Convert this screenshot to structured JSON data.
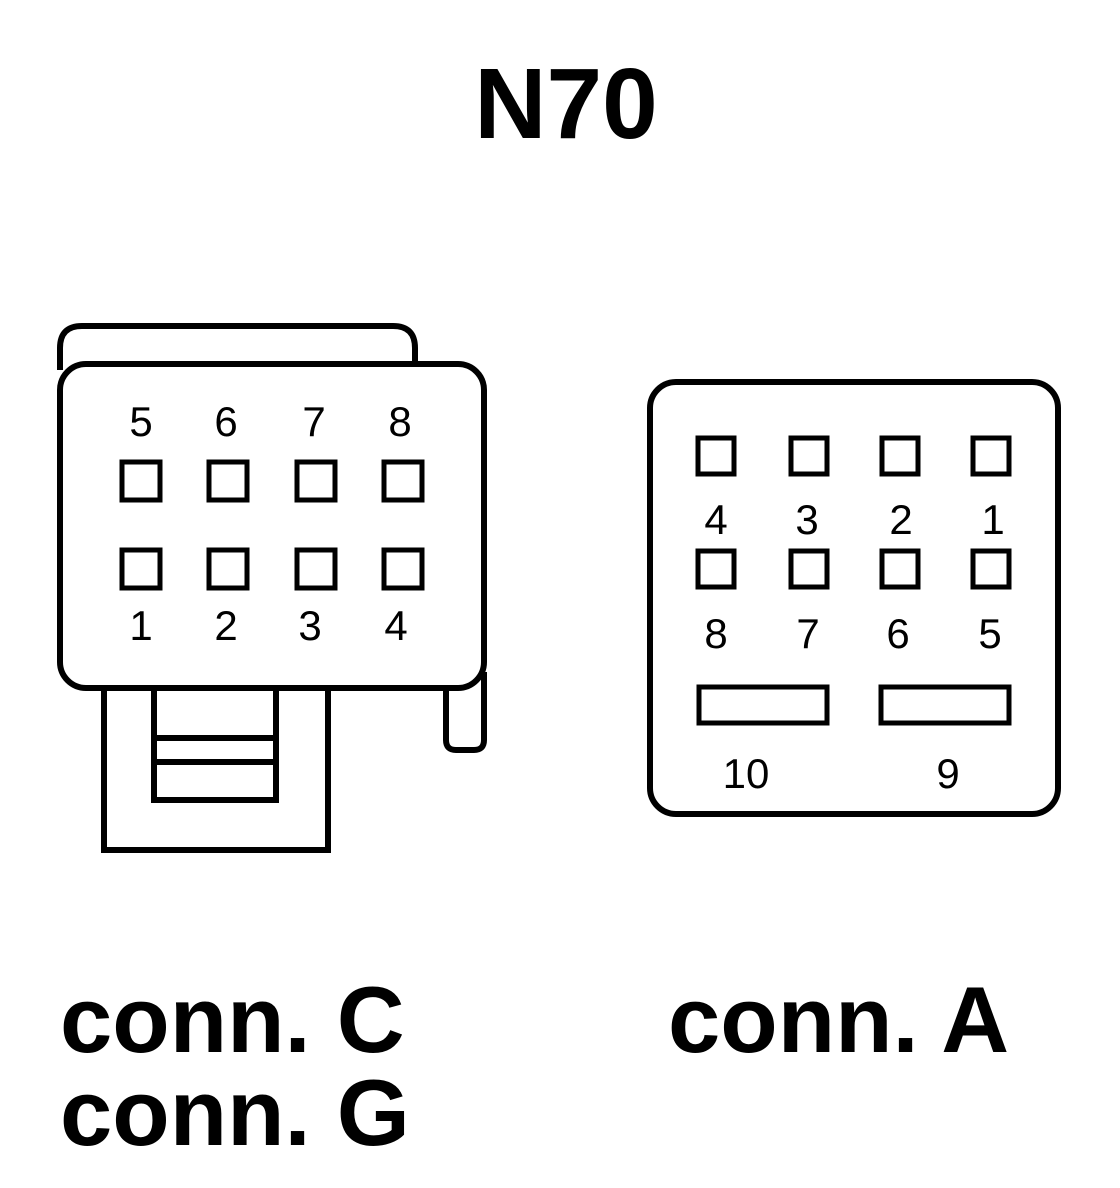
{
  "title": "N70",
  "connector_left": {
    "top_row_labels": [
      "5",
      "6",
      "7",
      "8"
    ],
    "bottom_row_labels": [
      "1",
      "2",
      "3",
      "4"
    ],
    "names": [
      "conn. C",
      "conn. G"
    ]
  },
  "connector_right": {
    "row1_labels": [
      "4",
      "3",
      "2",
      "1"
    ],
    "row2_labels": [
      "8",
      "7",
      "6",
      "5"
    ],
    "slot_labels": [
      "10",
      "9"
    ],
    "names": [
      "conn. A"
    ]
  },
  "colors": {
    "stroke": "#000000",
    "background": "#ffffff"
  }
}
